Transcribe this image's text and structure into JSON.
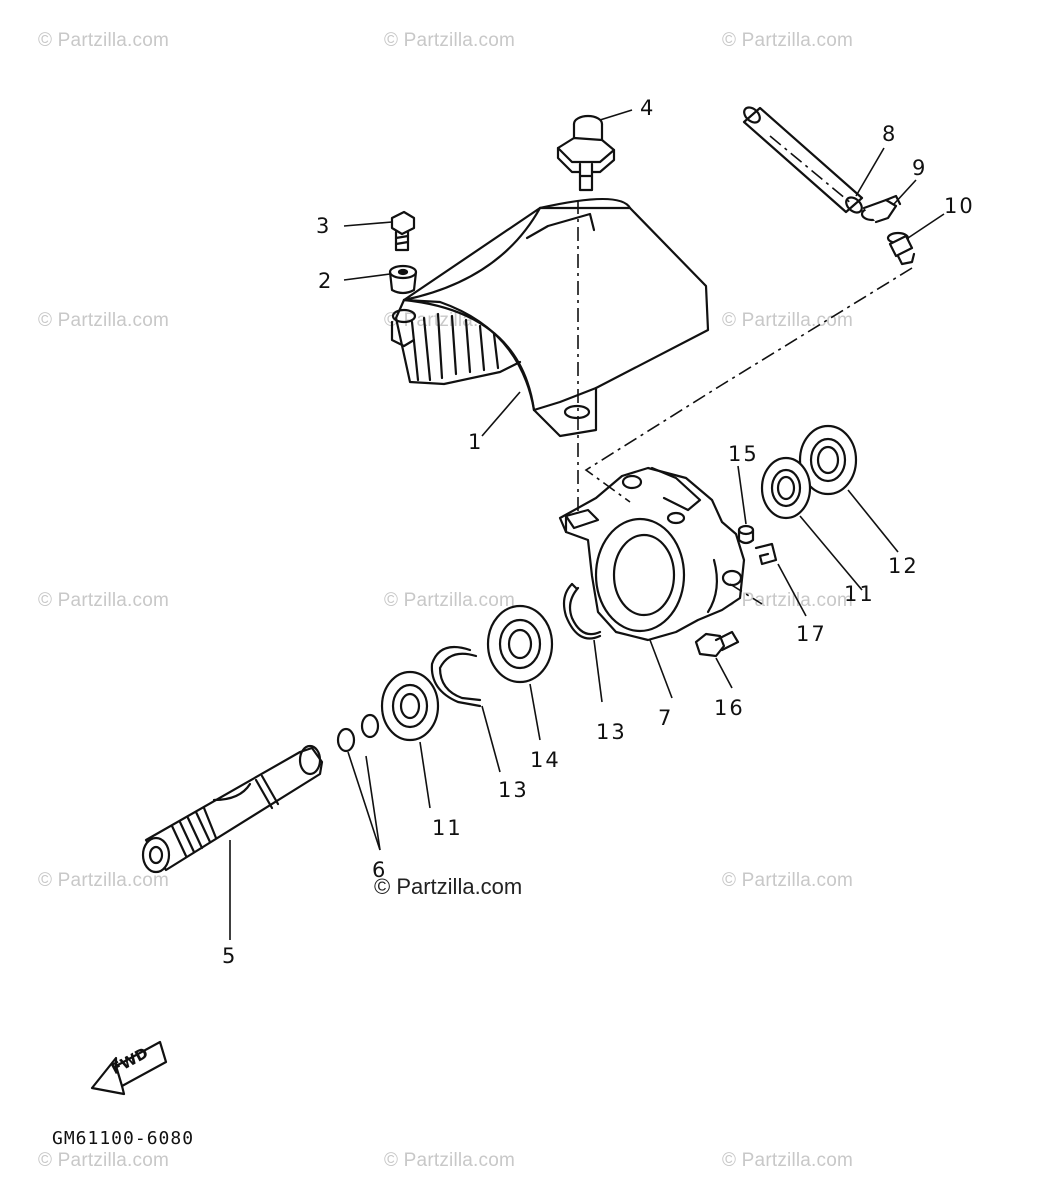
{
  "watermark_text": "© Partzilla.com",
  "main_watermark": "© Partzilla.com",
  "drawing_code": "GM61100-6080",
  "fwd_label": "FWD",
  "callouts": {
    "c1": "1",
    "c2": "2",
    "c3": "3",
    "c4": "4",
    "c5": "5",
    "c6": "6",
    "c7": "7",
    "c8": "8",
    "c9": "9",
    "c10": "10",
    "c11a": "11",
    "c11b": "11",
    "c12": "12",
    "c13a": "13",
    "c13b": "13",
    "c14": "14",
    "c15": "15",
    "c16": "16",
    "c17": "17"
  }
}
